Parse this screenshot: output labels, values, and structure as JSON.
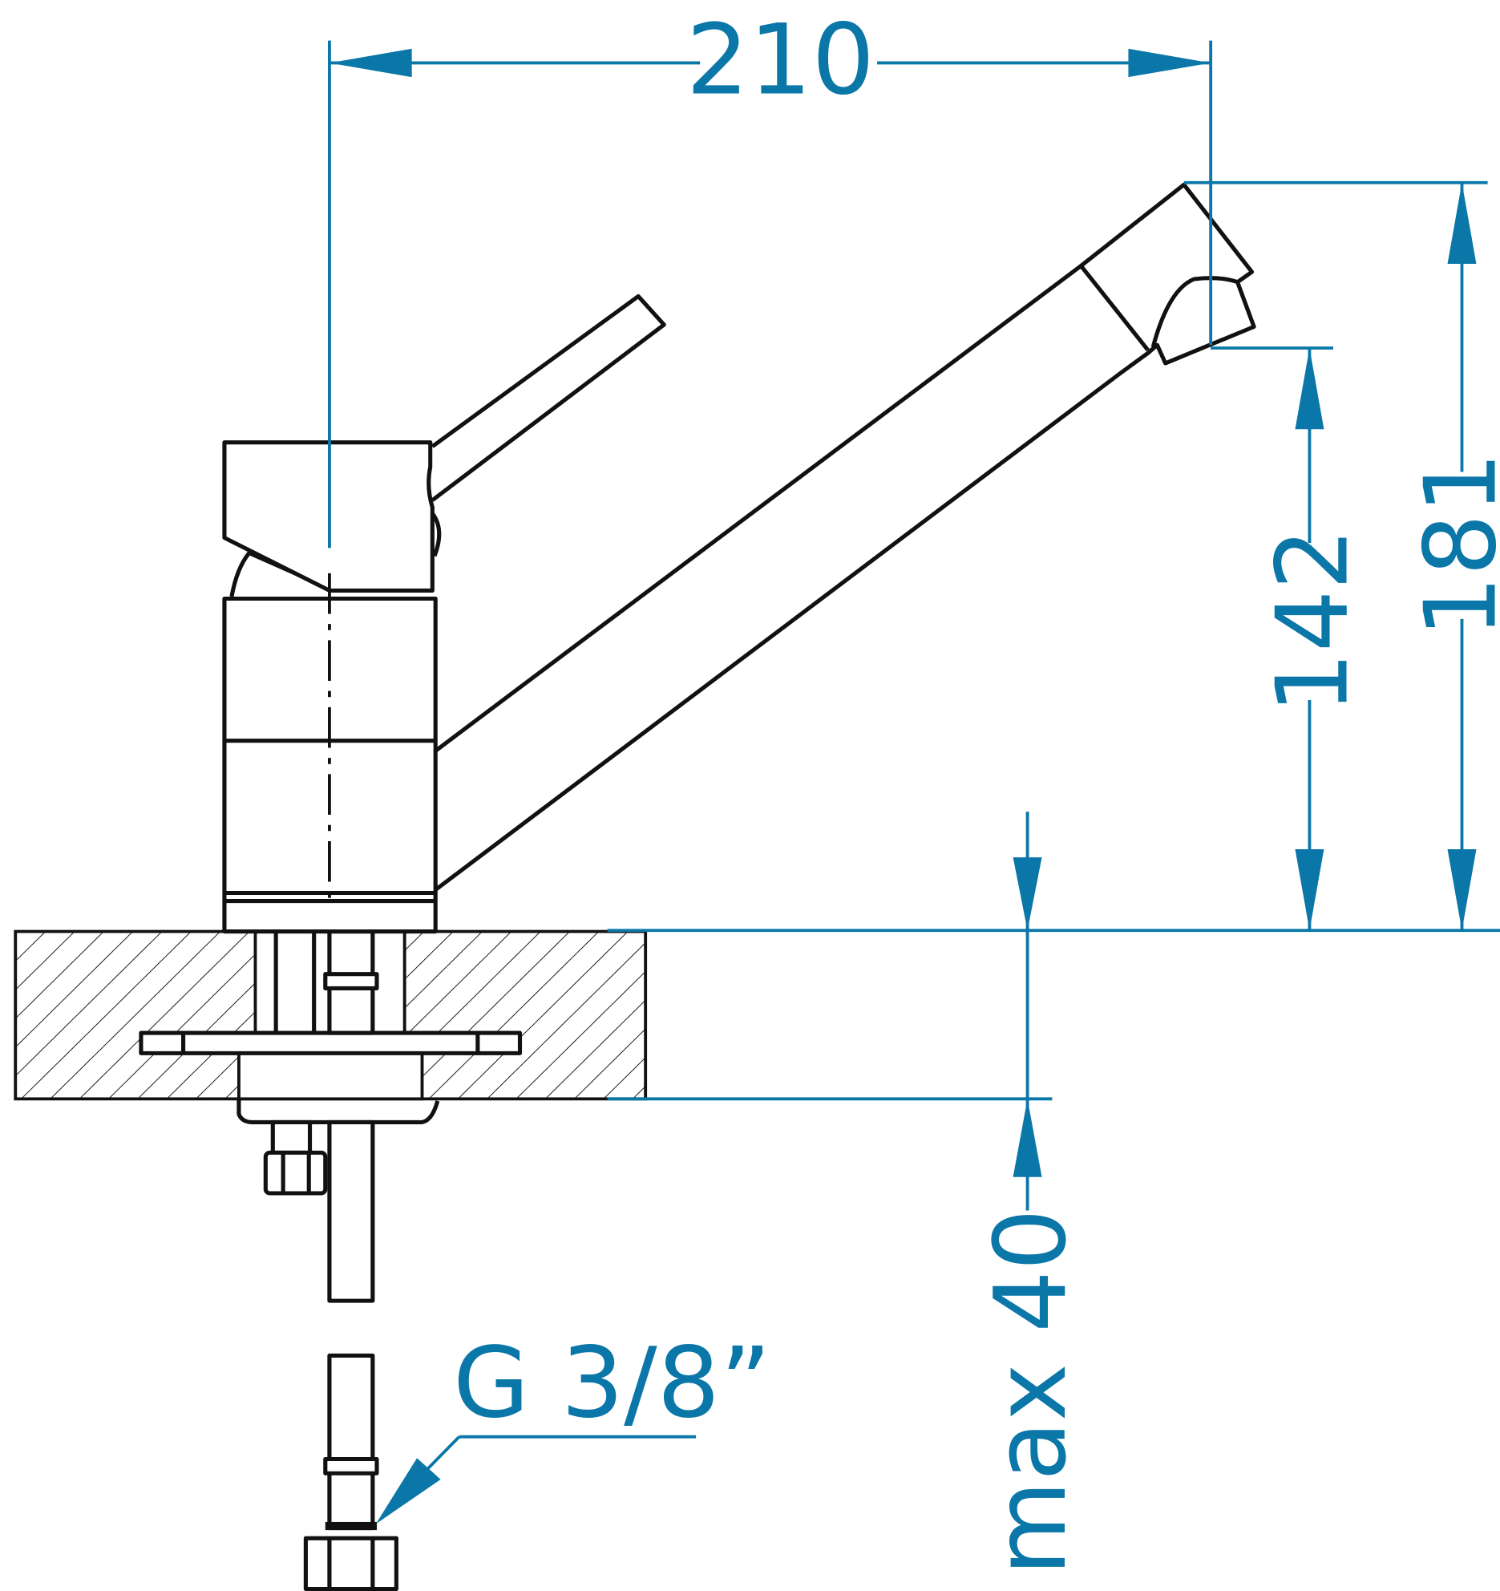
{
  "title": "Faucet dimension drawing",
  "colors": {
    "dimension": "#0a77a8",
    "outline": "#111111"
  },
  "dimensions": {
    "width": "210",
    "total_height": "181",
    "spout_height": "142",
    "max_countertop": "max 40",
    "connection": "G 3/8”"
  }
}
